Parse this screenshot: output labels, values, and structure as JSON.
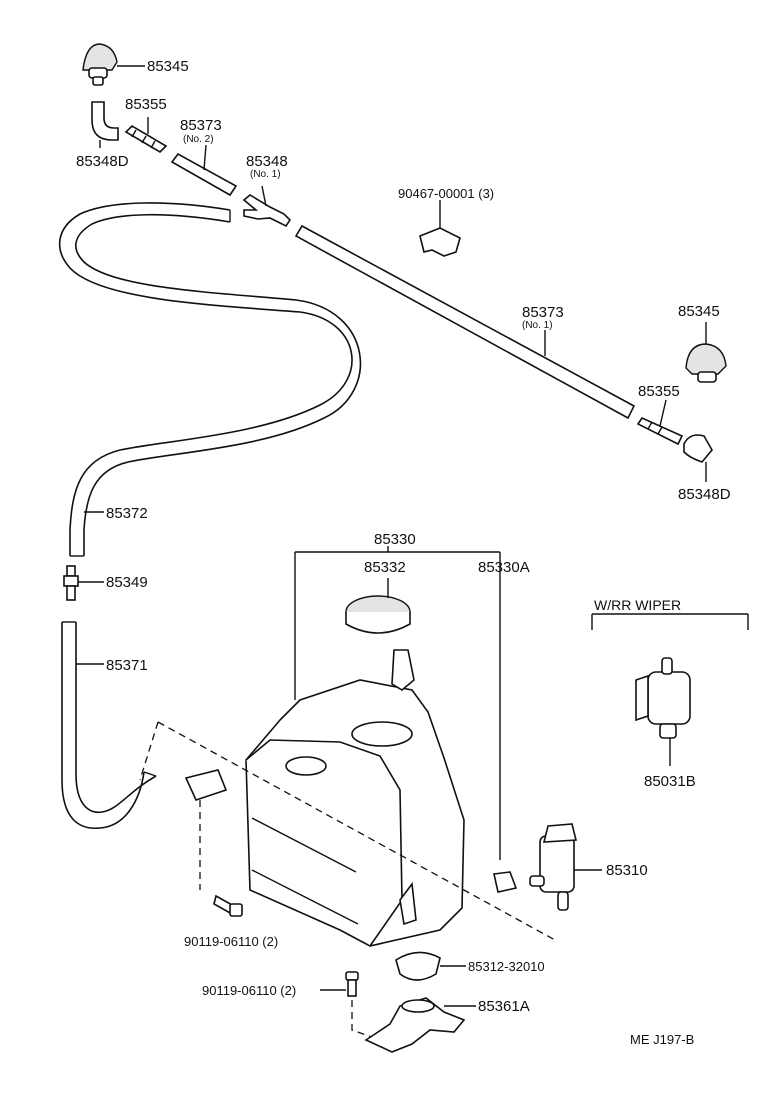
{
  "labels": {
    "p85345_top": "85345",
    "p85355_top": "85355",
    "p85348D_top": "85348D",
    "p85373_no2": "85373",
    "p85373_no2_sub": "(No. 2)",
    "p85348_no1": "85348",
    "p85348_no1_sub": "(No. 1)",
    "p90467": "90467-00001 (3)",
    "p85373_no1": "85373",
    "p85373_no1_sub": "(No. 1)",
    "p85345_right": "85345",
    "p85355_right": "85355",
    "p85348D_right": "85348D",
    "p85372": "85372",
    "p85349": "85349",
    "p85371": "85371",
    "p85330": "85330",
    "p85332": "85332",
    "p85330A": "85330A",
    "wrr_wiper": "W/RR  WIPER",
    "p85031B": "85031B",
    "p85310": "85310",
    "p90119_a": "90119-06110 (2)",
    "p85312": "85312-32010",
    "p90119_b": "90119-06110 (2)",
    "p85361A": "85361A",
    "ref_code": "ME  J197-B"
  }
}
